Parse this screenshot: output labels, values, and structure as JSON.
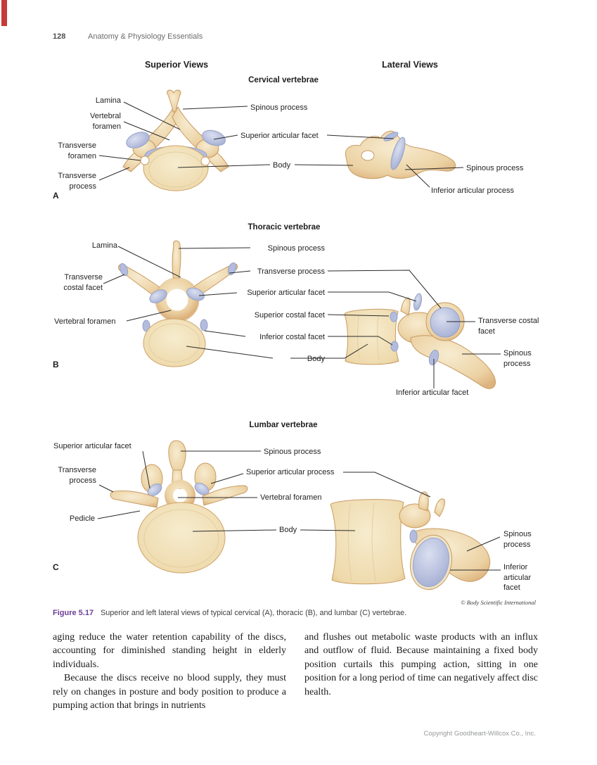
{
  "page": {
    "number": "128",
    "running_head": "Anatomy & Physiology Essentials",
    "footer": "Copyright Goodheart-Willcox Co., Inc."
  },
  "figure": {
    "view_headers": {
      "superior": "Superior Views",
      "lateral": "Lateral Views"
    },
    "credit": "© Body Scientific International",
    "caption": {
      "label": "Figure 5.17",
      "text": "Superior and left lateral views of typical cervical (A), thoracic (B), and lumbar (C) vertebrae."
    },
    "cervical": {
      "title": "Cervical vertebrae",
      "letter": "A",
      "labels": {
        "lamina": "Lamina",
        "vertebral_foramen": "Vertebral foramen",
        "transverse_foramen": "Transverse foramen",
        "transverse_process": "Transverse process",
        "spinous_process": "Spinous process",
        "superior_articular_facet": "Superior articular facet",
        "body": "Body",
        "lateral_spinous_process": "Spinous process",
        "inferior_articular_process": "Inferior articular process"
      }
    },
    "thoracic": {
      "title": "Thoracic vertebrae",
      "letter": "B",
      "labels": {
        "lamina": "Lamina",
        "transverse_costal_facet": "Transverse costal facet",
        "vertebral_foramen": "Vertebral foramen",
        "spinous_process": "Spinous process",
        "transverse_process": "Transverse process",
        "superior_articular_facet": "Superior articular facet",
        "superior_costal_facet": "Superior costal facet",
        "inferior_costal_facet": "Inferior costal facet",
        "body": "Body",
        "lateral_transverse_costal_facet": "Transverse costal facet",
        "lateral_spinous_process": "Spinous process",
        "inferior_articular_facet": "Inferior articular facet"
      }
    },
    "lumbar": {
      "title": "Lumbar vertebrae",
      "letter": "C",
      "labels": {
        "superior_articular_facet": "Superior articular facet",
        "transverse_process": "Transverse process",
        "pedicle": "Pedicle",
        "spinous_process": "Spinous process",
        "superior_articular_process": "Superior articular process",
        "vertebral_foramen": "Vertebral foramen",
        "body": "Body",
        "lateral_spinous_process": "Spinous process",
        "lateral_inferior_articular_facet": "Inferior articular facet"
      }
    }
  },
  "body_text": {
    "left_column": [
      "aging reduce the water retention capability of the discs, accounting for diminished standing height in elderly individuals.",
      "Because the discs receive no blood supply, they must rely on changes in posture and body position to produce a pumping action that brings in nutrients"
    ],
    "right_column": [
      "and flushes out metabolic waste products with an influx and outflow of fluid. Because maintaining a fixed body position curtails this pumping action, sitting in one position for a long period of time can negatively affect disc health."
    ]
  },
  "colors": {
    "chapter_tab": "#c63a38",
    "figure_label": "#6b3e98",
    "bone": "#eacf9f",
    "bone_outline": "#c89b63",
    "facet_blue": "#b3bcdd"
  }
}
